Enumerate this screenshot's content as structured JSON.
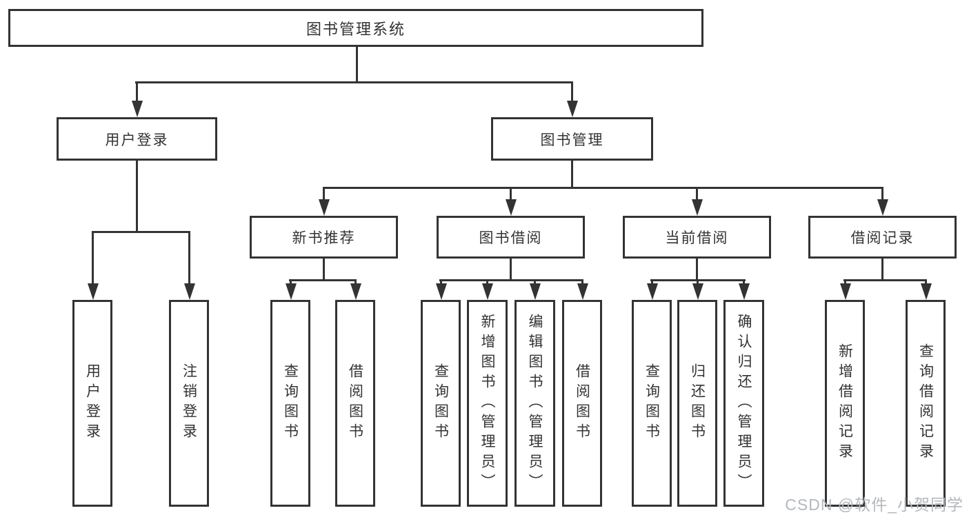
{
  "diagram": {
    "colors": {
      "line": "#333333",
      "text": "#333333",
      "background": "#ffffff"
    },
    "root": {
      "label": "图书管理系统"
    },
    "level2": {
      "user_login": {
        "label": "用户登录"
      },
      "book_mgmt": {
        "label": "图书管理"
      }
    },
    "level3": {
      "new_books": {
        "label": "新书推荐"
      },
      "book_borrow": {
        "label": "图书借阅"
      },
      "current_borrow": {
        "label": "当前借阅"
      },
      "borrow_records": {
        "label": "借阅记录"
      }
    },
    "leaves": {
      "user_login": {
        "label": "用户登录"
      },
      "logout": {
        "label": "注销登录"
      },
      "query_books_1": {
        "label": "查询图书"
      },
      "borrow_books_1": {
        "label": "借阅图书"
      },
      "query_books_2": {
        "label": "查询图书"
      },
      "add_book_admin": {
        "label": "新增图书（管理员）"
      },
      "edit_book_admin": {
        "label": "编辑图书（管理员）"
      },
      "borrow_books_2": {
        "label": "借阅图书"
      },
      "query_books_3": {
        "label": "查询图书"
      },
      "return_book": {
        "label": "归还图书"
      },
      "confirm_return_admin": {
        "label": "确认归还（管理员）"
      },
      "add_borrow_record": {
        "label": "新增借阅记录"
      },
      "query_borrow_record": {
        "label": "查询借阅记录"
      }
    }
  },
  "watermark": {
    "text": "CSDN @软件_小贺同学",
    "color": "#b4b8bc"
  }
}
